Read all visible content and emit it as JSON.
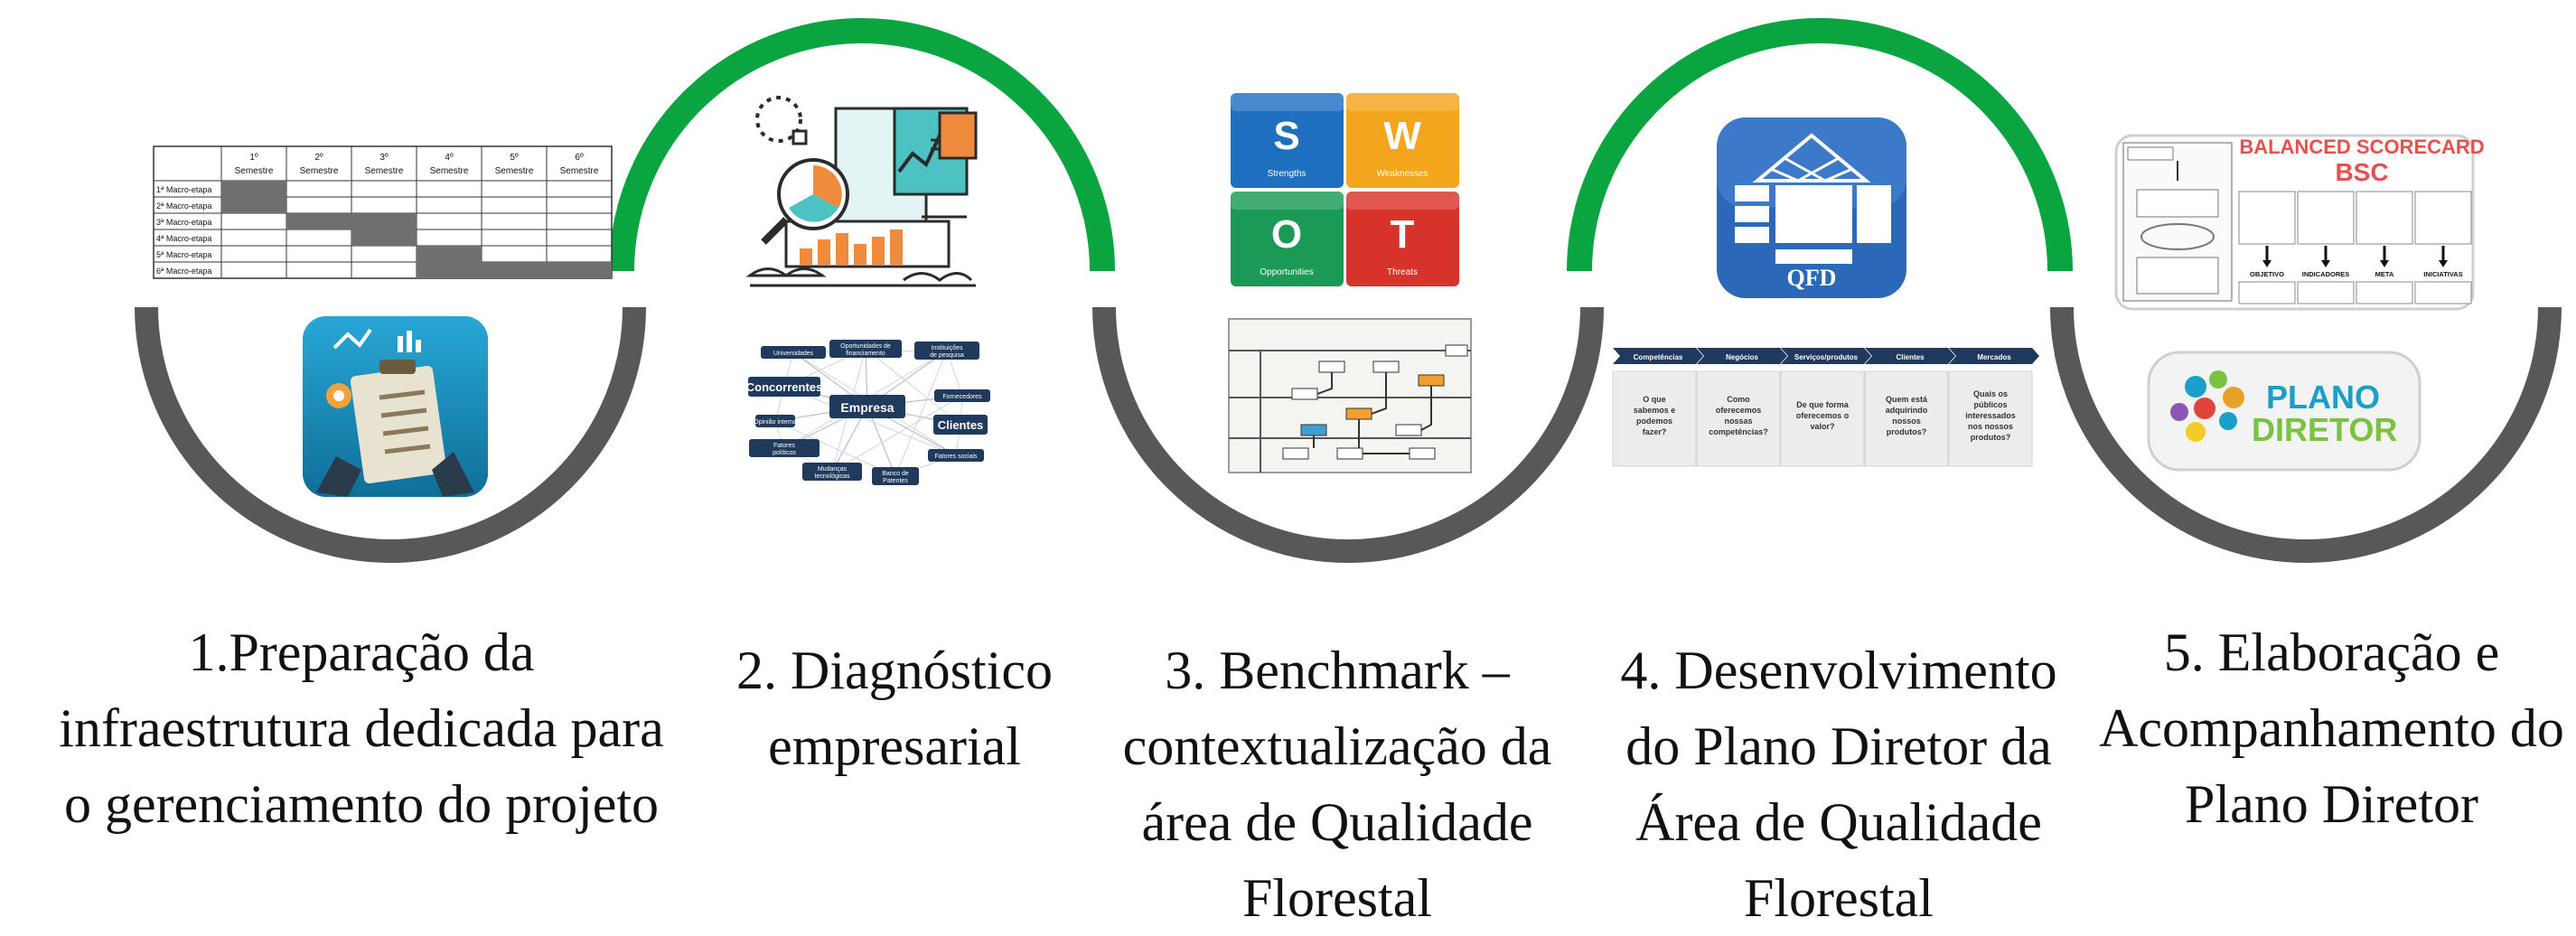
{
  "colors": {
    "green": "#0aa540",
    "gray": "#585858",
    "navy": "#1f3a5c"
  },
  "steps": [
    {
      "caption": [
        "1.Preparação da",
        "infraestrutura dedicada  para",
        "o gerenciamento do   projeto"
      ]
    },
    {
      "caption": [
        "2. Diagnóstico",
        "empresarial"
      ]
    },
    {
      "caption": [
        "3. Benchmark –",
        "contextualização da",
        "área de Qualidade",
        "Florestal"
      ]
    },
    {
      "caption": [
        "4. Desenvolvimento",
        "do Plano Diretor da",
        "Área de Qualidade",
        "Florestal"
      ]
    },
    {
      "caption": [
        "5. Elaboração e",
        "Acompanhamento do",
        "Plano Diretor"
      ]
    }
  ],
  "schedule": {
    "headers": [
      "1º Semestre",
      "2º Semestre",
      "3º Semestre",
      "4º Semestre",
      "5º Semestre",
      "6º Semestre"
    ],
    "rows": [
      "1ª Macro-etapa",
      "2ª Macro-etapa",
      "3ª Macro-etapa",
      "4ª Macro-etapa",
      "5ª Macro-etapa",
      "6ª Macro-etapa"
    ]
  },
  "stakeholders": {
    "center": "Empresa",
    "nodes": [
      "Universidades",
      "Oportunidades de financiamento",
      "Instituições de pesquisa",
      "Concorrentes",
      "Fornecedores",
      "Opinião interna",
      "Clientes",
      "Fatores políticos",
      "Fatores sociais",
      "Mudanças tecnológicas",
      "Banco de Patentes"
    ]
  },
  "swot": [
    {
      "letter": "S",
      "word": "Strengths",
      "color": "#1f6fc1"
    },
    {
      "letter": "W",
      "word": "Weaknesses",
      "color": "#f3a51b"
    },
    {
      "letter": "O",
      "word": "Opportunities",
      "color": "#1a9a55"
    },
    {
      "letter": "T",
      "word": "Threats",
      "color": "#d8332a"
    }
  ],
  "qfd": {
    "label": "QFD"
  },
  "value_chain": {
    "headers": [
      "Competências",
      "Negócios",
      "Serviços/produtos",
      "Clientes",
      "Mercados"
    ],
    "questions": [
      "O que sabemos e podemos fazer?",
      "Como oferecemos nossas competências?",
      "De que forma oferecemos o valor?",
      "Quem está adquirindo nossos produtos?",
      "Quais os públicos interessados nos nossos produtos?"
    ]
  },
  "bsc": {
    "title": "BALANCED SCORECARD",
    "abbr": "BSC",
    "columns": [
      "OBJETIVO",
      "INDICADORES",
      "META",
      "INICIATIVAS"
    ]
  },
  "plano": {
    "line1": "PLANO",
    "line2": "DIRETOR"
  }
}
